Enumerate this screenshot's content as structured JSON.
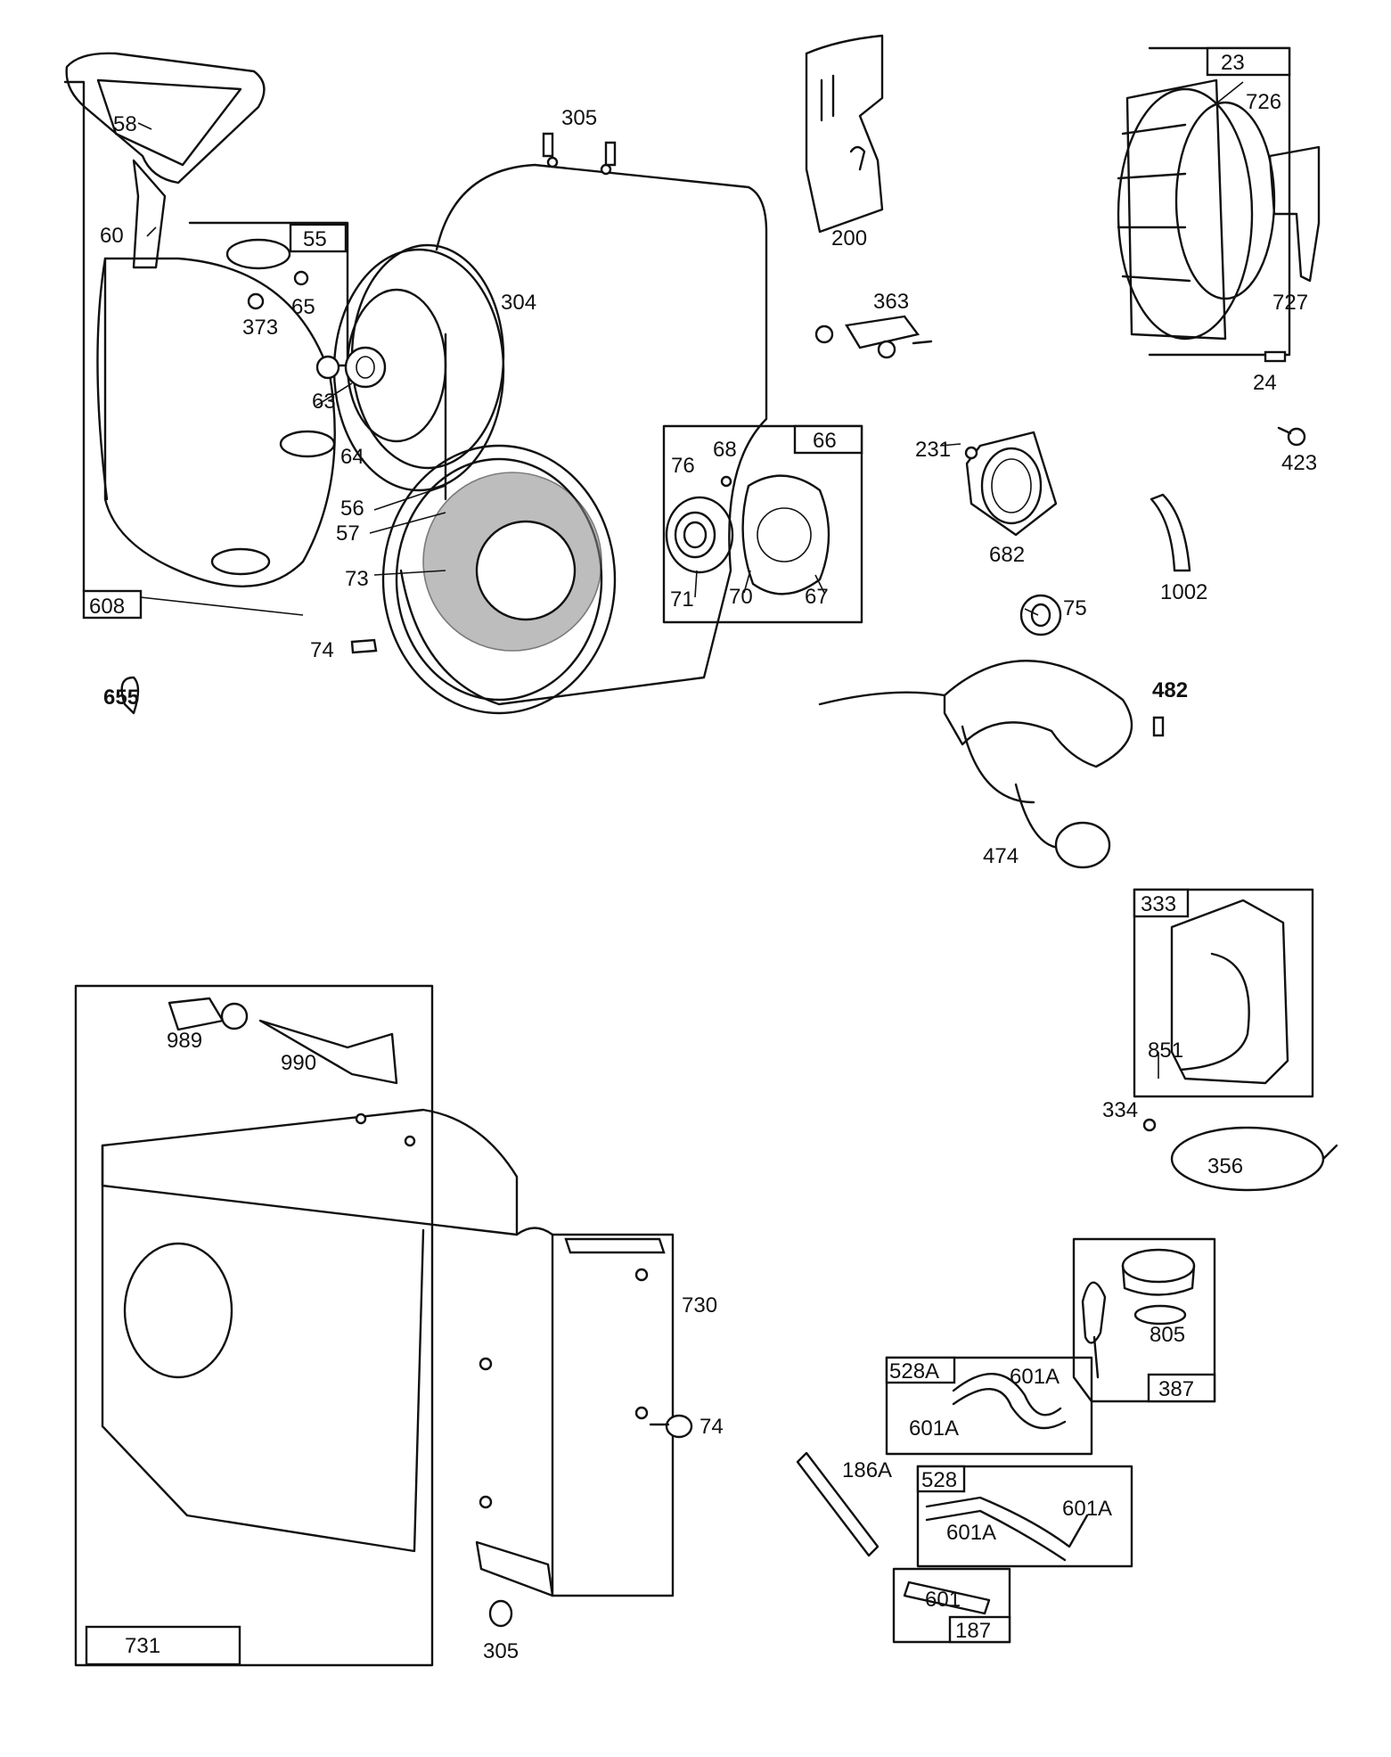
{
  "diagram": {
    "box_labels": {
      "b608": "608",
      "b55": "55",
      "b23": "23",
      "b66": "66",
      "b333": "333",
      "b731": "731",
      "b528a": "528A",
      "b387": "387",
      "b528": "528",
      "b187": "187"
    },
    "part_labels": {
      "p58": "58",
      "p60": "60",
      "p373": "373",
      "p65": "65",
      "p63": "63",
      "p64": "64",
      "p56": "56",
      "p57": "57",
      "p73": "73",
      "p74a": "74",
      "p655": "655",
      "p305a": "305",
      "p304": "304",
      "p200": "200",
      "p726": "726",
      "p727": "727",
      "p363": "363",
      "p24": "24",
      "p423": "423",
      "p231": "231",
      "p682": "682",
      "p1002": "1002",
      "p75": "75",
      "p68": "68",
      "p76": "76",
      "p71": "71",
      "p70": "70",
      "p67": "67",
      "p482": "482",
      "p474": "474",
      "p851": "851",
      "p334": "334",
      "p356": "356",
      "p989": "989",
      "p990": "990",
      "p730": "730",
      "p74b": "74",
      "p305b": "305",
      "p805": "805",
      "p601a1": "601A",
      "p601a2": "601A",
      "p186a": "186A",
      "p601a3": "601A",
      "p601a4": "601A",
      "p601": "601"
    }
  }
}
